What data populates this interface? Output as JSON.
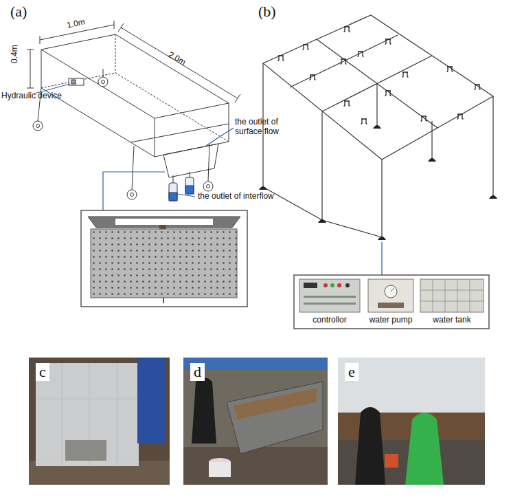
{
  "diagram": {
    "nodes": [
      {
        "text": [
          "controllor"
        ]
      },
      {
        "text": [
          "water pump"
        ]
      },
      {
        "text": [
          "water tank"
        ]
      },
      {
        "text": [
          "c"
        ]
      },
      {
        "text": [
          "d"
        ]
      },
      {
        "text": [
          "e"
        ]
      }
    ],
    "labels": [
      "(a)",
      "(b)",
      "1.0m",
      "2.0m",
      "0.4m",
      "Hydraulic device",
      "the outlet of surface flow",
      "the outlet of interflow"
    ]
  }
}
